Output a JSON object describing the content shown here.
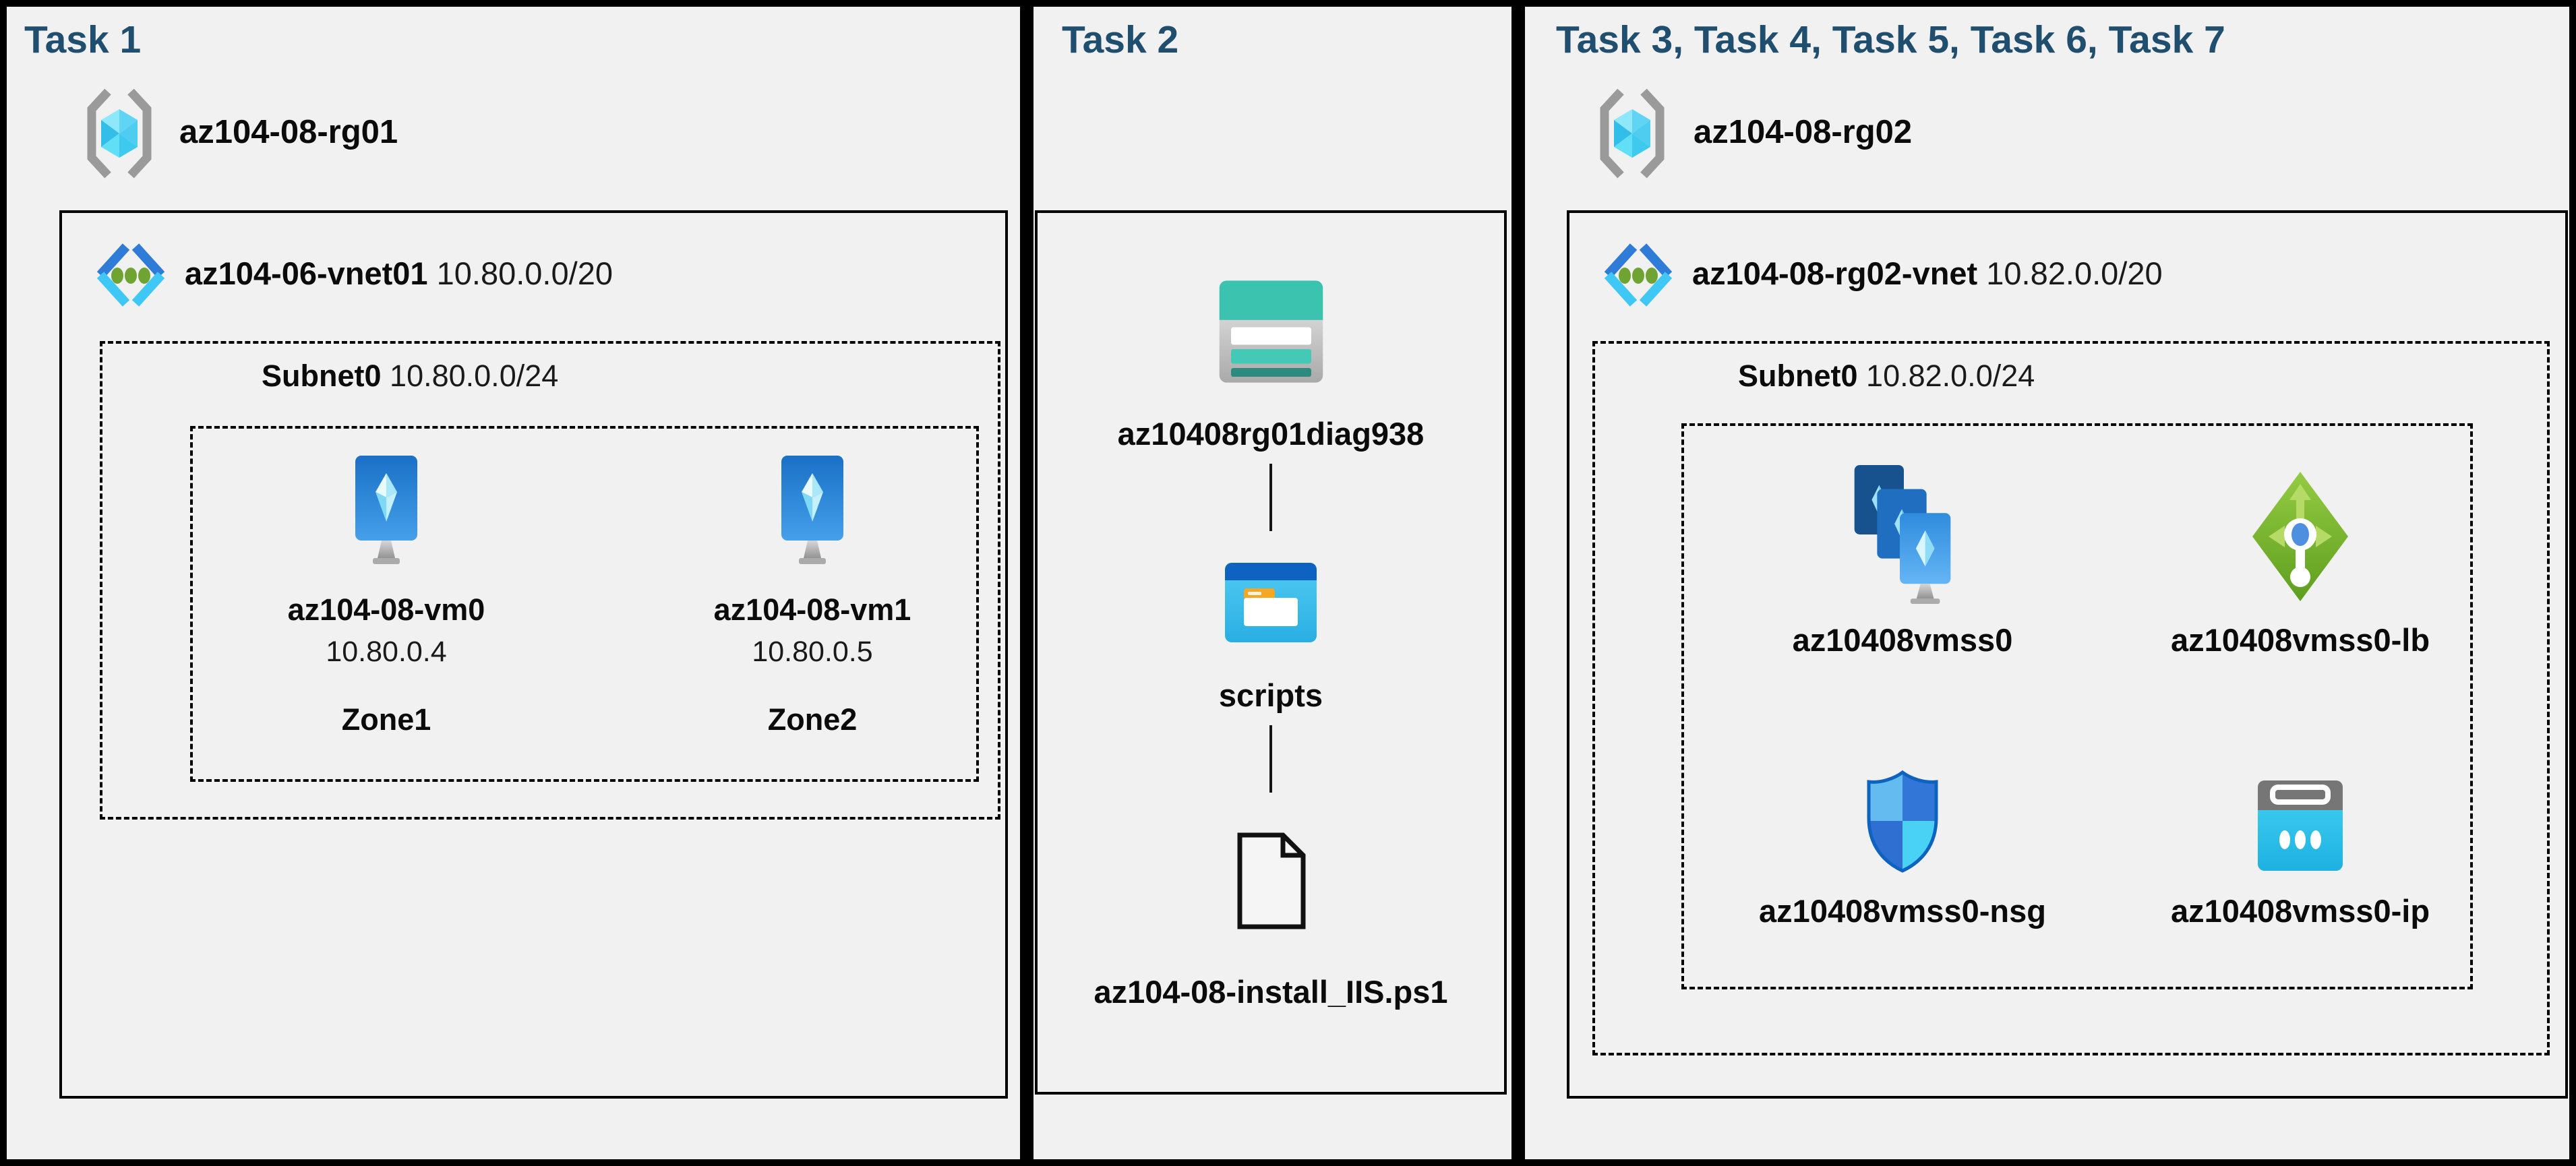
{
  "colors": {
    "background": "#000000",
    "panel_bg": "#F1F1F1",
    "title_text": "#1F4E6E",
    "label_text": "#0B0B0B",
    "vnet_bracket_blue": "#2E7CD8",
    "vnet_bracket_cyan": "#3FC8F5",
    "lb_green": "#6FA62A",
    "nsg_blue": "#3277D8",
    "storage_teal": "#3BC3B0",
    "folder_blue": "#0E63C2",
    "ip_cyan": "#2BBFE9"
  },
  "task1": {
    "title": "Task 1",
    "resource_group": {
      "icon": "resource-group-icon",
      "name": "az104-08-rg01"
    },
    "vnet": {
      "icon": "virtual-network-icon",
      "name": "az104-06-vnet01",
      "cidr": "10.80.0.0/20"
    },
    "subnet": {
      "name": "Subnet0",
      "cidr": "10.80.0.0/24"
    },
    "vms": [
      {
        "icon": "virtual-machine-icon",
        "name": "az104-08-vm0",
        "ip": "10.80.0.4",
        "zone": "Zone1"
      },
      {
        "icon": "virtual-machine-icon",
        "name": "az104-08-vm1",
        "ip": "10.80.0.5",
        "zone": "Zone2"
      }
    ]
  },
  "task2": {
    "title": "Task 2",
    "storage_account": {
      "icon": "storage-account-icon",
      "name": "az10408rg01diag938"
    },
    "container": {
      "icon": "blob-container-icon",
      "name": "scripts"
    },
    "file": {
      "icon": "file-icon",
      "name": "az104-08-install_IIS.ps1"
    }
  },
  "task3": {
    "title": "Task 3, Task 4, Task 5, Task 6, Task 7",
    "resource_group": {
      "icon": "resource-group-icon",
      "name": "az104-08-rg02"
    },
    "vnet": {
      "icon": "virtual-network-icon",
      "name": "az104-08-rg02-vnet",
      "cidr": "10.82.0.0/20"
    },
    "subnet": {
      "name": "Subnet0",
      "cidr": "10.82.0.0/24"
    },
    "resources": [
      {
        "icon": "vm-scale-set-icon",
        "name": "az10408vmss0"
      },
      {
        "icon": "load-balancer-icon",
        "name": "az10408vmss0-lb"
      },
      {
        "icon": "nsg-icon",
        "name": "az10408vmss0-nsg"
      },
      {
        "icon": "public-ip-icon",
        "name": "az10408vmss0-ip"
      }
    ]
  }
}
